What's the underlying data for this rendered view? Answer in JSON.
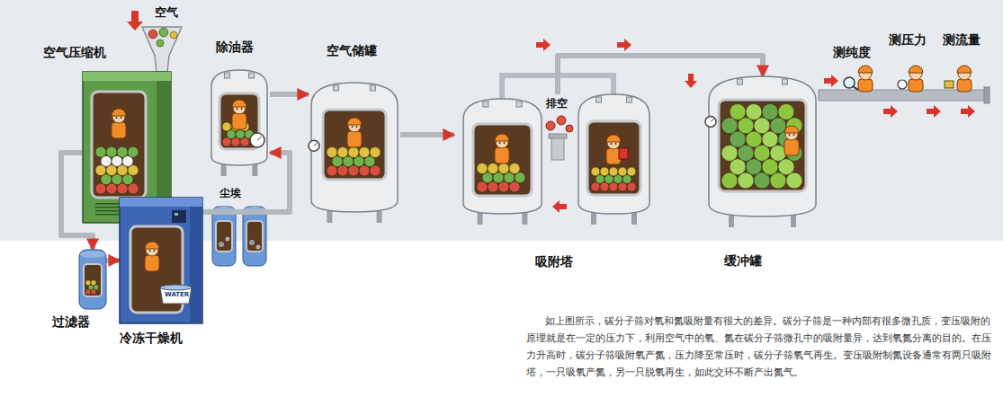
{
  "diagram": {
    "caption": "如上图所示，碳分子筛对氧和氮吸附量有很大的差异。碳分子筛是一种内部有很多微孔质，变压吸附的原理就是在一定的压力下，利用空气中的氧、氮在碳分子筛微孔中的吸附量异，达到氧氮分离的目的。在压力升高时，碳分子筛吸附氧产氮，压力降至常压时，碳分子筛氧气再生。变压吸附制氮设备通常有两只吸附塔，一只吸氧产氮，另一只脱氧再生，如此交环不断产出氮气。",
    "nodes": [
      {
        "text": [
          "空气压缩机"
        ]
      },
      {
        "text": [
          "除油器"
        ]
      },
      {
        "text": [
          "空气储罐"
        ]
      },
      {
        "text": [
          "吸附塔"
        ]
      },
      {
        "text": [
          "缓冲罐"
        ]
      },
      {
        "text": [
          "过滤器"
        ]
      },
      {
        "text": [
          "冷冻干燥机"
        ]
      }
    ],
    "edges": [
      {
        "from": 0,
        "to": 5,
        "arrow": "to"
      },
      {
        "from": 5,
        "to": 6,
        "arrow": "to"
      },
      {
        "from": 6,
        "to": 1,
        "arrow": "to"
      },
      {
        "from": 1,
        "to": 2,
        "arrow": "to"
      },
      {
        "from": 2,
        "to": 3,
        "arrow": "to"
      },
      {
        "from": 3,
        "to": 4,
        "arrow": "to"
      }
    ],
    "labels": [
      "空气",
      "尘埃",
      "排空",
      "测纯度",
      "测压力",
      "测流量",
      "WATER"
    ]
  }
}
